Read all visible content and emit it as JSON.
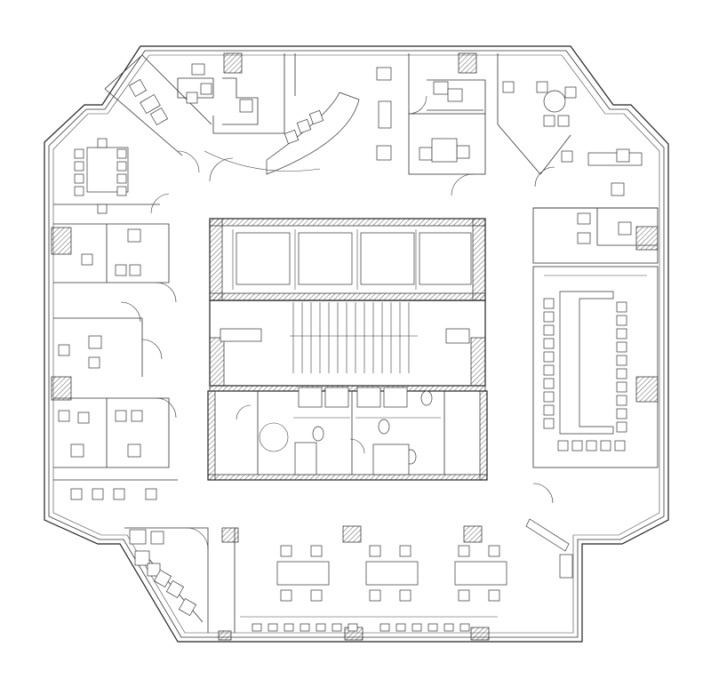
{
  "drawing": {
    "type": "architectural floor plan",
    "line_color": "#222222",
    "background": "#ffffff",
    "elements": [
      "outer-wall",
      "elevator-core",
      "stairwell",
      "restrooms",
      "conference-room-east",
      "open-office-south",
      "private-offices-west",
      "private-offices-north",
      "reception-curved-desk"
    ]
  }
}
